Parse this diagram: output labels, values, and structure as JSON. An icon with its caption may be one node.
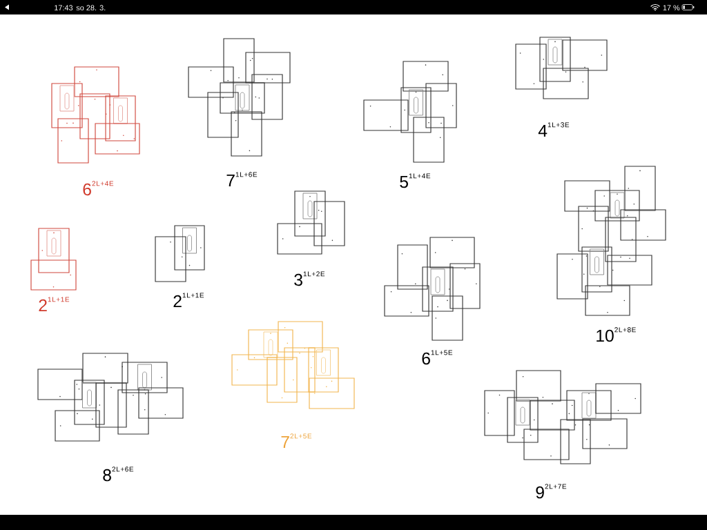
{
  "diagram": {
    "nodes": [
      {
        "text": [],
        "shape": "bar"
      },
      {
        "text": [],
        "shape": "bar"
      }
    ],
    "labels": [
      "17:43",
      "so 28. 3.",
      "17 %",
      "6$^{2L+4E}$",
      "7$^{1L+6E}$",
      "5$^{1L+4E}$",
      "4$^{1L+3E}$",
      "2$^{1L+1E}$",
      "2$^{1L+1E}$",
      "3$^{1L+2E}$",
      "6$^{1L+5E}$",
      "10$^{2L+8E}$",
      "8$^{2L+6E}$",
      "7$^{2L+5E}$",
      "9$^{2L+7E}$"
    ]
  }
}
